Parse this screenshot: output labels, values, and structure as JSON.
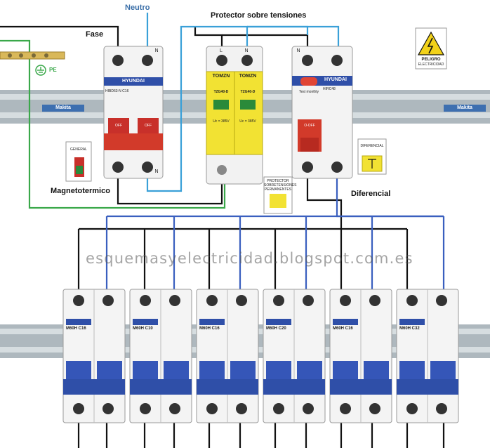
{
  "labels": {
    "neutro": "Neutro",
    "protector": "Protector sobre tensiones",
    "fase": "Fase",
    "pe": "PE",
    "magnetotermico": "Magnetotermico",
    "diferencial": "Diferencial",
    "general": "GENERAL",
    "peligro": "PELIGRO",
    "peligro_sub": "ELECTRICIDAD",
    "diferencial_small": "DIFERENCIAL",
    "protector_small": "PROTECTOR SOBRETENSIONES PERMANENTES",
    "watermark": "esquemasyelectricidad.blogspot.com.es"
  },
  "colors": {
    "black_wire": "#111111",
    "blue_wire": "#3a5fbf",
    "cyan_wire": "#3aa0d8",
    "green_wire": "#3aa84a",
    "breaker_blue": "#2f4fa8",
    "breaker_red": "#d23a2a",
    "spd_yellow": "#f2e233",
    "rail": "#b9c3c8"
  },
  "main_breaker": {
    "brand": "HYUNDAI",
    "model": "HIBD63-N C16",
    "off_label": "OFF",
    "terminal_n": "N"
  },
  "spd": {
    "brand": "TOMZN",
    "model": "TZG40-D",
    "specs": "Uc = 385V",
    "terminal_l": "L",
    "terminal_n": "N"
  },
  "rcd": {
    "brand": "HYUNDAI",
    "model": "HIRC48",
    "test_label": "Test monthly",
    "off_label": "O-OFF",
    "terminal_n": "N"
  },
  "rail_brand": "Makita",
  "circuit_breakers": [
    {
      "model": "M60H",
      "rating": "C16"
    },
    {
      "model": "M60H",
      "rating": "C10"
    },
    {
      "model": "M60H",
      "rating": "C16"
    },
    {
      "model": "M60H",
      "rating": "C20"
    },
    {
      "model": "M60H",
      "rating": "C16"
    },
    {
      "model": "M60H",
      "rating": "C32"
    }
  ]
}
